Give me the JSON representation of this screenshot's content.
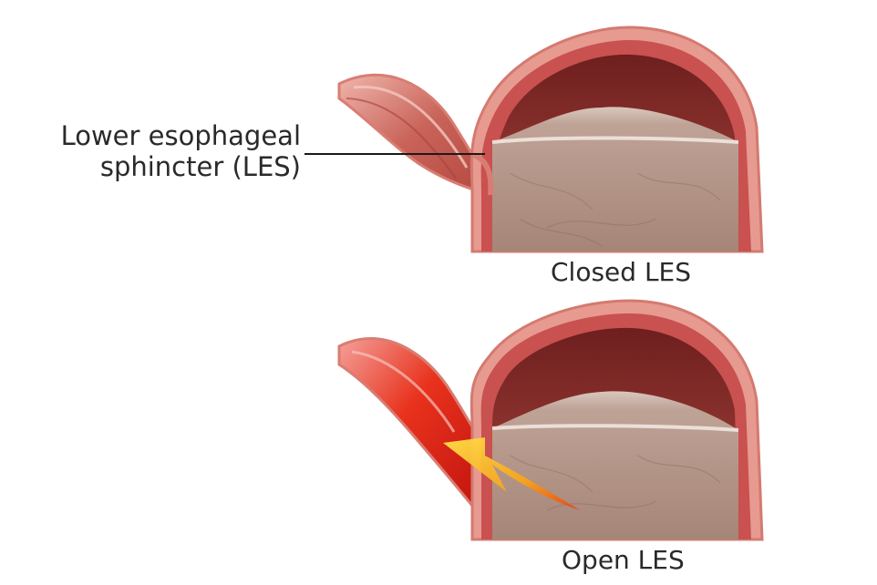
{
  "labels": {
    "les_line1": "Lower esophageal",
    "les_line2": "sphincter (LES)",
    "closed_caption": "Closed LES",
    "open_caption": "Open LES"
  },
  "colors": {
    "wall_outer": "#e79a90",
    "wall_inner": "#c9514f",
    "stomach_lining": "#8c2f2c",
    "acid_content": "#b89a8c",
    "reflux_arrow": "#f6b11c",
    "reflux_glow": "#e8321c"
  }
}
